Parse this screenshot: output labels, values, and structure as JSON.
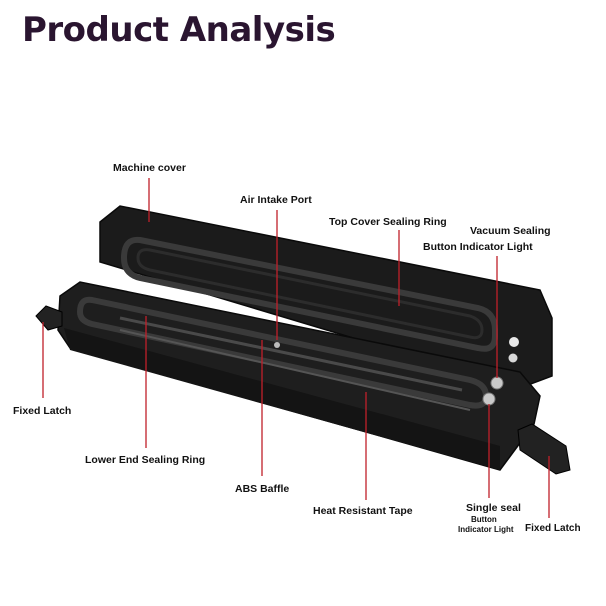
{
  "title": "Product Analysis",
  "labels": {
    "machine_cover": "Machine cover",
    "air_intake_port": "Air Intake Port",
    "top_cover_sealing_ring": "Top Cover Sealing Ring",
    "vacuum_sealing_line1": "Vacuum Sealing",
    "vacuum_sealing_line2": "Button Indicator Light",
    "fixed_latch_left": "Fixed Latch",
    "lower_end_sealing_ring": "Lower End Sealing Ring",
    "abs_baffle": "ABS Baffle",
    "heat_resistant_tape": "Heat Resistant Tape",
    "single_seal": "Single seal",
    "single_seal_sub1": "Button",
    "single_seal_sub2": "Indicator Light",
    "fixed_latch_right": "Fixed Latch"
  },
  "colors": {
    "title": "#2a1530",
    "leader_line": "#c0202a",
    "device_body": "#1a1a1a"
  }
}
